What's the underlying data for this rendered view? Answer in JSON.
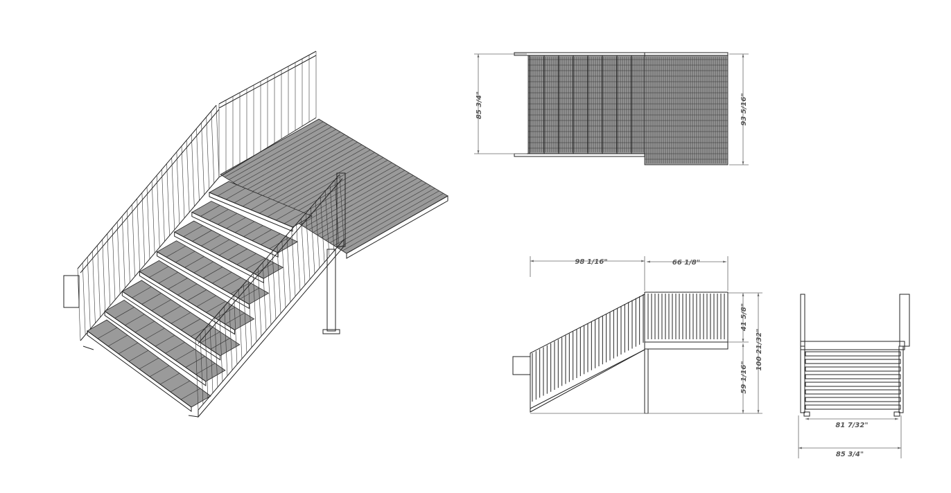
{
  "drawing": {
    "title": "Steel stair with landing - isometric, top, side and front views",
    "line_color": "#222222",
    "grating_color": "#9a9a9a",
    "dimension_color": "#666666"
  },
  "top_view": {
    "dim_left": "85 3/4\"",
    "dim_right": "93 5/16\""
  },
  "side_view": {
    "dim_stair_run": "98 1/16\"",
    "dim_landing_length": "66 1/8\"",
    "dim_rail_height": "41 5/8\"",
    "dim_landing_height": "59 1/16\"",
    "dim_overall_height": "100 21/32\""
  },
  "front_view": {
    "dim_inner_width": "81 7/32\"",
    "dim_outer_width": "85 3/4\""
  }
}
